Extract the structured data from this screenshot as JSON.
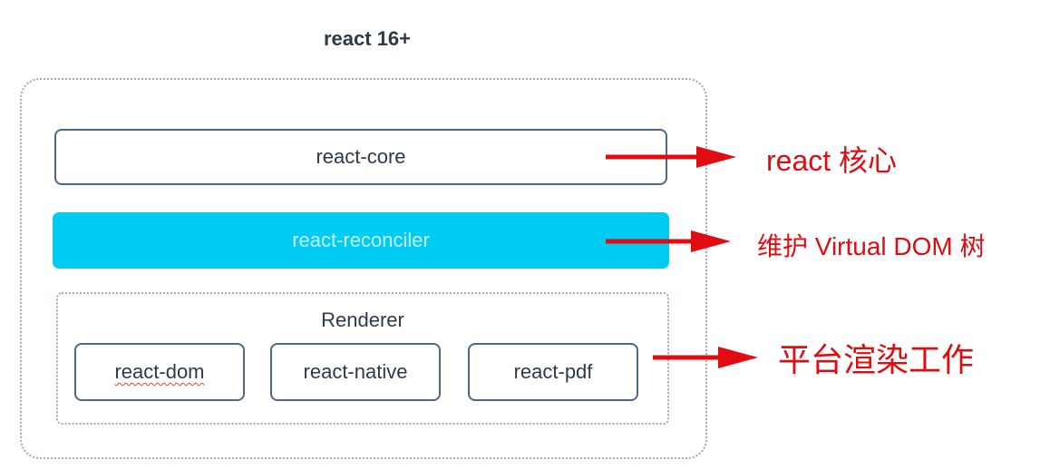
{
  "diagram": {
    "title": "react 16+",
    "nodes": {
      "core": "react-core",
      "reconciler": "react-reconciler",
      "renderer": "Renderer",
      "renderers": [
        "react-dom",
        "react-native",
        "react-pdf"
      ]
    },
    "annotations": {
      "core": "react 核心",
      "reconciler": "维护 Virtual DOM 树",
      "renderer": "平台渲染工作"
    },
    "edges": [
      {
        "from": "react-core",
        "to": "react 核心"
      },
      {
        "from": "react-reconciler",
        "to": "维护 Virtual DOM 树"
      },
      {
        "from": "Renderer",
        "to": "平台渲染工作"
      }
    ],
    "colors": {
      "arrow": "#e00c12",
      "reconciler_fill": "#00cbf3",
      "reconciler_text": "#c4f2fc",
      "box_border": "#4f6780",
      "text": "#2d3a4a",
      "dotted_border": "#9aaabb"
    }
  }
}
